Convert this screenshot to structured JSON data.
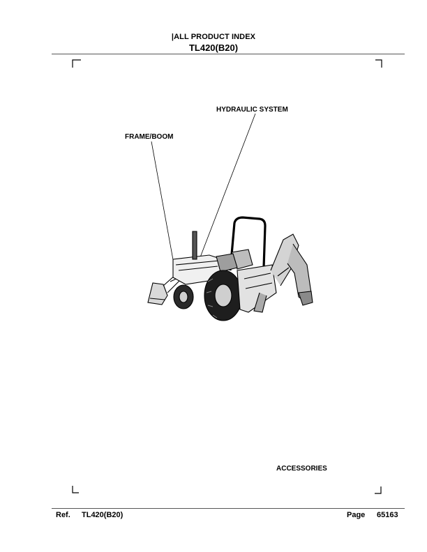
{
  "header": {
    "index_title": "|ALL PRODUCT INDEX",
    "model": "TL420(B20)"
  },
  "callouts": {
    "hydraulic_system": "HYDRAULIC SYSTEM",
    "frame_boom": "FRAME/BOOM",
    "accessories": "ACCESSORIES"
  },
  "footer": {
    "ref_label": "Ref.",
    "ref_model": "TL420(B20)",
    "page_label": "Page",
    "page_number": "65163"
  }
}
